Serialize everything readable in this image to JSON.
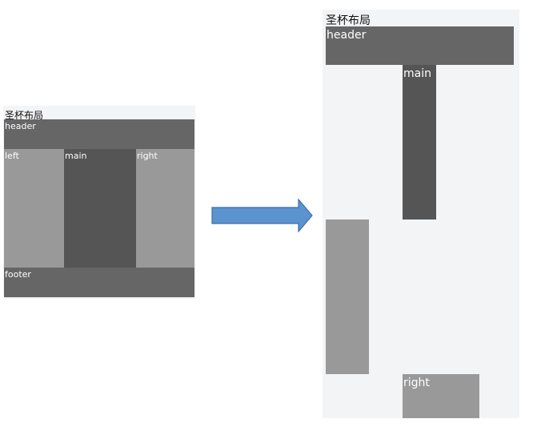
{
  "colors": {
    "panel_bg": "#f3f4f6",
    "header_footer": "#666666",
    "side_column": "#999999",
    "main_column": "#555555",
    "arrow_fill": "#5b93cf",
    "arrow_stroke": "#3e6fa8"
  },
  "before": {
    "title": "圣杯布局",
    "header": "header",
    "left": "left",
    "main": "main",
    "right": "right",
    "footer": "footer"
  },
  "arrow": {
    "icon": "right-arrow-icon"
  },
  "after": {
    "title": "圣杯布局",
    "header": "header",
    "main": "main",
    "left": "",
    "right": "right"
  }
}
